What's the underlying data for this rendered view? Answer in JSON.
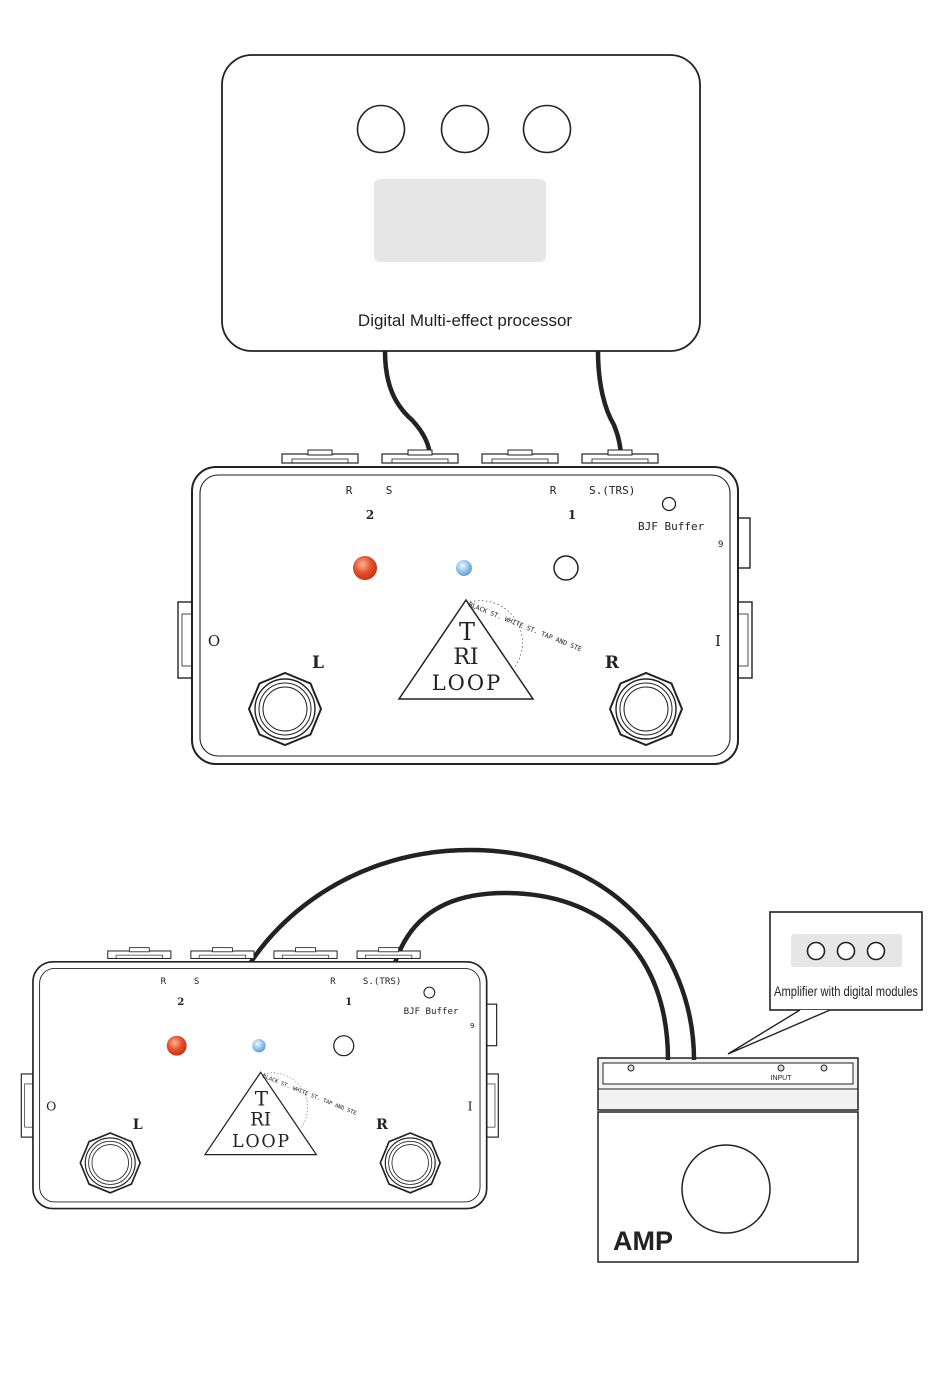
{
  "processor": {
    "title": "Digital Multi-effect processor"
  },
  "pedal": {
    "loop2_return": "R",
    "loop2_send": "S",
    "loop1_return": "R",
    "loop1_send": "S.(TRS)",
    "loop2_number": "2",
    "loop1_number": "1",
    "buffer_label": "BJF Buffer",
    "power_label": "9",
    "output_label": "O",
    "input_label": "I",
    "left_switch": "L",
    "right_switch": "R",
    "logo_t": "T",
    "logo_ri": "RI",
    "logo_loop": "LOOP",
    "arc_text": "BLACK ST. WHITE ST. TAP AND STE"
  },
  "amplifier": {
    "callout": "Amplifier with digital modules",
    "input_label": "INPUT",
    "brand": "AMP"
  },
  "colors": {
    "led_red": "#e8502a",
    "led_blue": "#8fc3ec",
    "screen_gray": "#e6e6e6",
    "outline": "#222222"
  }
}
